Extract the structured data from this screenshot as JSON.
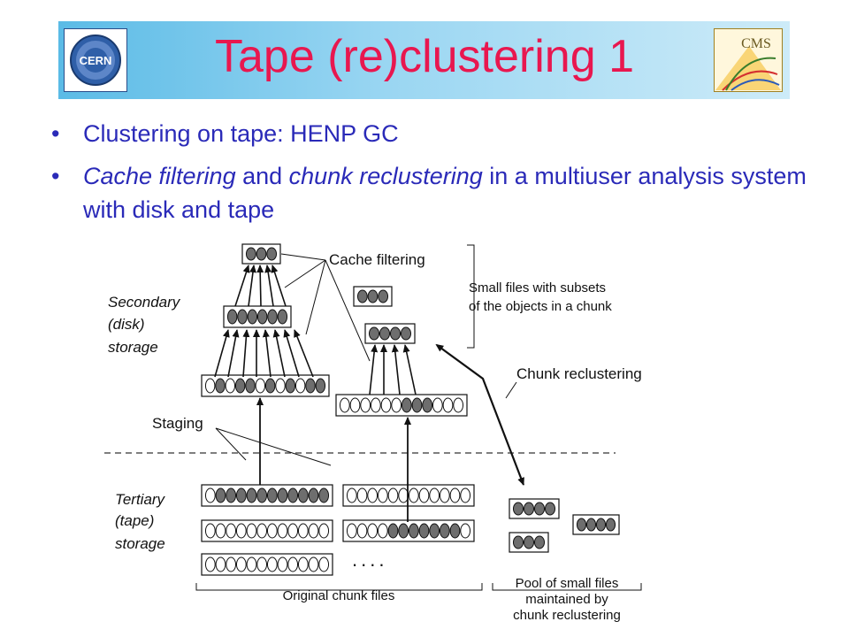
{
  "slide": {
    "title": "Tape (re)clustering 1",
    "bullets": [
      {
        "marker": "•",
        "text": "Clustering on tape: HENP GC"
      },
      {
        "marker": "•",
        "parts": [
          {
            "text": "Cache filtering",
            "style": "italic"
          },
          {
            "text": " and ",
            "style": "normal"
          },
          {
            "text": "chunk reclustering",
            "style": "italic"
          },
          {
            "text": " in a multiuser analysis system with disk and tape",
            "style": "normal"
          }
        ]
      }
    ],
    "logos": {
      "left": "CERN",
      "right": "CMS"
    },
    "colors": {
      "title": "#e8174f",
      "bullets": "#2a2ab8",
      "header_gradient_start": "#5bbbe6",
      "header_gradient_end": "#cdebf8"
    }
  },
  "diagram": {
    "secondary_label": [
      "Secondary",
      "(disk)",
      "storage"
    ],
    "tertiary_label": [
      "Tertiary",
      "(tape)",
      "storage"
    ],
    "cache_filtering": "Cache filtering",
    "small_files": [
      "Small files with subsets",
      "of the objects in a chunk"
    ],
    "chunk_reclustering": "Chunk reclustering",
    "staging": "Staging",
    "ellipsis": "....",
    "original_chunk_files": "Original chunk files",
    "pool_label": [
      "Pool of small files",
      "maintained by",
      "chunk reclustering"
    ]
  }
}
